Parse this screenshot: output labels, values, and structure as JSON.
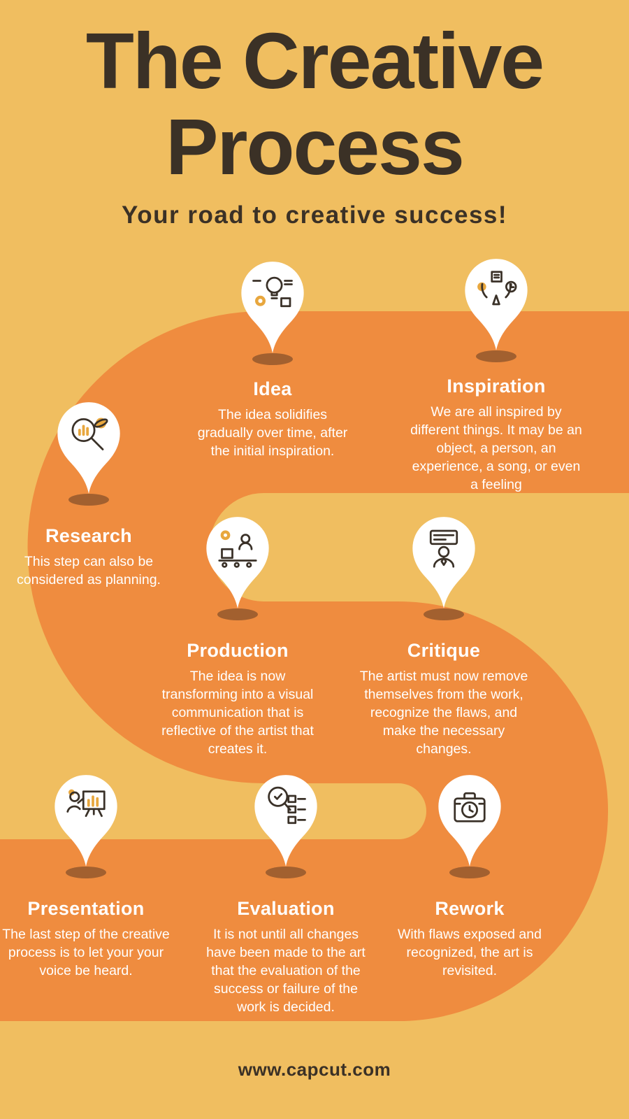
{
  "page": {
    "title_line1": "The Creative",
    "title_line2": "Process",
    "subtitle": "Your road to creative success!",
    "footer": "www.capcut.com"
  },
  "colors": {
    "background": "#F0BE60",
    "road": "#EF8C3F",
    "title_text": "#3B3126",
    "step_text": "#FFFFFF",
    "pin_fill": "#FFFFFF",
    "pin_shadow": "#A2602F",
    "icon_stroke": "#3A3128",
    "icon_accent": "#E8A73E"
  },
  "steps": [
    {
      "id": "idea",
      "title": "Idea",
      "icon": "pencil-lightbulb-gear-icon",
      "description": "The idea solidifies gradually over time, after the initial inspiration."
    },
    {
      "id": "inspiration",
      "title": "Inspiration",
      "icon": "inspiration-cycle-icon",
      "description": "We are all inspired by different things.  It may be an object, a person, an experience, a song, or even a feeling"
    },
    {
      "id": "research",
      "title": "Research",
      "icon": "magnifier-chart-icon",
      "description": "This step can also be considered as planning."
    },
    {
      "id": "production",
      "title": "Production",
      "icon": "factory-conveyor-icon",
      "description": "The idea is now transforming into a visual communication that is reflective of the artist that creates it."
    },
    {
      "id": "critique",
      "title": "Critique",
      "icon": "critic-person-board-icon",
      "description": "The artist must now remove themselves from the work, recognize the flaws, and make the necessary changes."
    },
    {
      "id": "presentation",
      "title": "Presentation",
      "icon": "presenter-whiteboard-icon",
      "description": "The last step of the creative process is to let your your voice be heard."
    },
    {
      "id": "evaluation",
      "title": "Evaluation",
      "icon": "magnifier-checklist-icon",
      "description": "It is not until all changes have been made to the art that the evaluation of the success or failure of the work is decided."
    },
    {
      "id": "rework",
      "title": "Rework",
      "icon": "toolbox-clock-icon",
      "description": "With flaws exposed and recognized, the art is revisited."
    }
  ]
}
